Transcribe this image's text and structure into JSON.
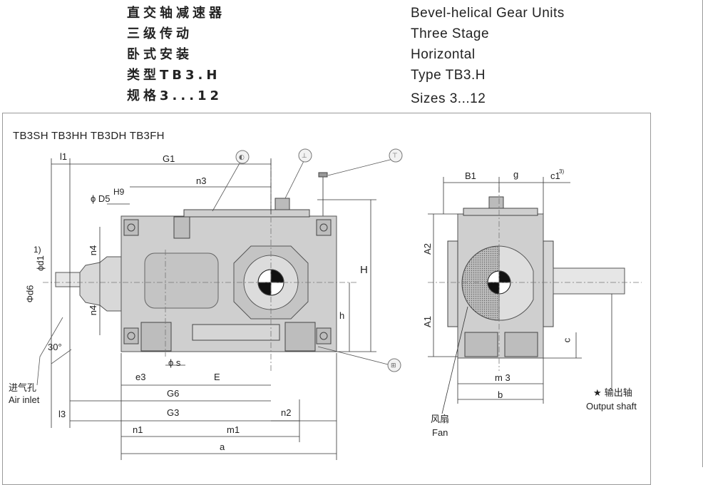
{
  "header": {
    "cn": [
      "直交轴减速器",
      "三级传动",
      "卧式安装",
      "类型TB3.H",
      "规格3...12"
    ],
    "en": [
      "Bevel-helical Gear Units",
      "Three  Stage",
      "Horizontal",
      "Type TB3.H",
      "Sizes 3...12"
    ]
  },
  "figure": {
    "models": "TB3SH  TB3HH TB3DH  TB3FH",
    "dims_left": {
      "l1": "l1",
      "G1": "G1",
      "n3": "n3",
      "D5": "ϕ D5",
      "H9": "H9",
      "n4_top": "n4",
      "n4_bottom": "n4",
      "d1": "ϕd1",
      "d1_note": "1)",
      "d6": "Φd6",
      "angle": "30°",
      "H": "H",
      "h": "h",
      "s": "ϕ s",
      "e3": "e3",
      "E": "E",
      "G6": "G6",
      "G3": "G3",
      "l3": "l3",
      "n2": "n2",
      "n1": "n1",
      "m1": "m1",
      "a": "a"
    },
    "air_inlet": {
      "cn": "进气孔",
      "en": "Air inlet"
    },
    "dims_right": {
      "B1": "B1",
      "g": "g",
      "c1": "c1",
      "c1_note": "3)",
      "A2": "A2",
      "A1": "A1",
      "c": "c",
      "m3": "m 3",
      "b": "b"
    },
    "fan": {
      "cn": "风扇",
      "en": "Fan"
    },
    "output": {
      "cn": "★ 输出轴",
      "en": "Output shaft"
    }
  }
}
